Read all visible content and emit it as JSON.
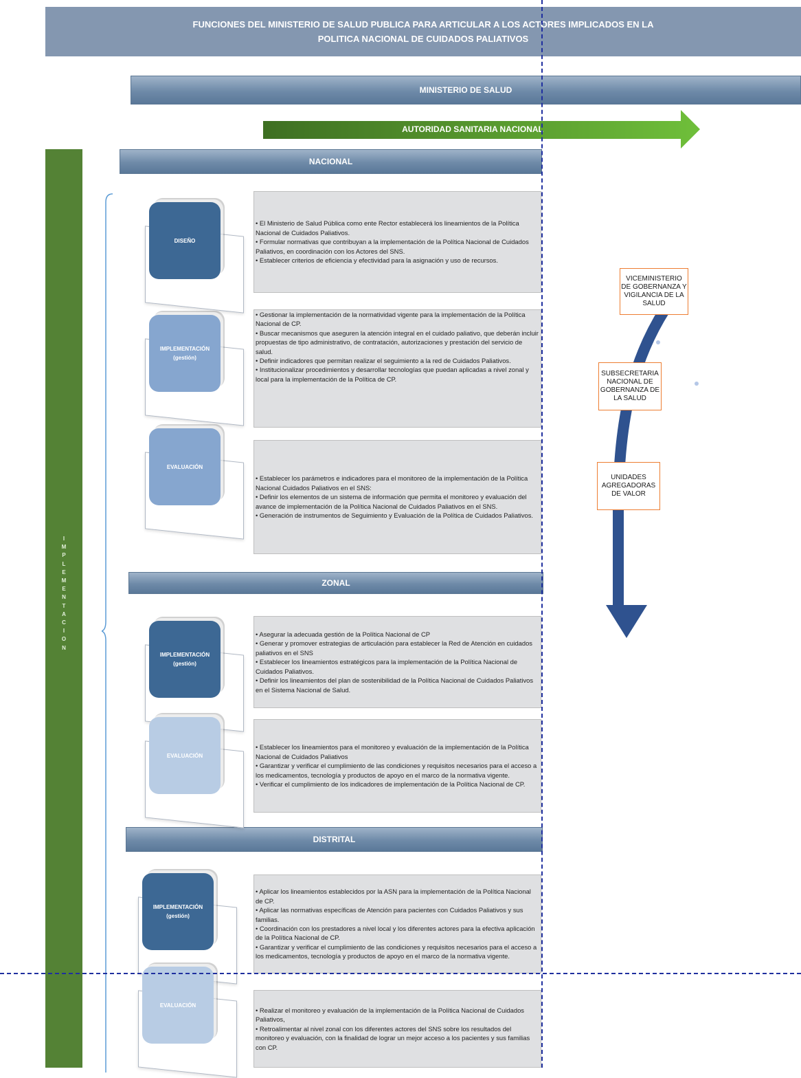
{
  "title": {
    "line1": "FUNCIONES DEL MINISTERIO DE SALUD PUBLICA PARA ARTICULAR A LOS ACTORES IMPLICADOS EN LA",
    "line2": "POLITICA NACIONAL DE CUIDADOS PALIATIVOS"
  },
  "ministerio": "MINISTERIO DE SALUD",
  "autoridad": "AUTORIDAD SANITARIA NACIONAL",
  "implementacion_letters": "I M P L E M E N T A C I O N",
  "levels": {
    "nacional": "NACIONAL",
    "zonal": "ZONAL",
    "distrital": "DISTRITAL"
  },
  "cards": {
    "nacional_diseno": "DISEÑO",
    "nacional_impl_1": "IMPLEMENTACIÓN",
    "nacional_impl_2": "(gestión)",
    "nacional_eval": "EVALUACIÓN",
    "zonal_impl_1": "IMPLEMENTACIÓN",
    "zonal_impl_2": "(gestión)",
    "zonal_eval": "EVALUACIÓN",
    "distrital_impl_1": "IMPLEMENTACIÓN",
    "distrital_impl_2": "(gestión)",
    "distrital_eval": "EVALUACIÓN"
  },
  "texts": {
    "nacional_diseno": [
      "• El Ministerio de Salud Pública como ente Rector establecerá los lineamientos de la Política Nacional de Cuidados Paliativos.",
      "• Formular normativas que contribuyan a la implementación de la Política Nacional de Cuidados Paliativos, en coordinación con los Actores del SNS.",
      "• Establecer criterios de eficiencia y efectividad para la asignación y uso de recursos."
    ],
    "nacional_impl": [
      "• Gestionar la implementación de la normatividad vigente para la implementación de la Política Nacional de CP.",
      "• Buscar mecanismos que aseguren la atención integral en el cuidado paliativo, que deberán incluir propuestas de tipo administrativo, de contratación, autorizaciones y prestación del servicio de salud.",
      "• Definir indicadores que permitan realizar el seguimiento a la red de Cuidados Paliativos.",
      "• Institucionalizar procedimientos y desarrollar tecnologías que puedan aplicadas a nivel zonal y local para la implementación de la Política de CP."
    ],
    "nacional_eval": [
      "• Establecer los parámetros e indicadores para el monitoreo de la implementación de la Política Nacional Cuidados Paliativos en el SNS:",
      "• Definir los elementos de un sistema de información que permita el monitoreo y evaluación del avance de implementación de la Política Nacional de Cuidados Paliativos en el SNS.",
      "• Generación de instrumentos de Seguimiento y Evaluación de la Política de Cuidados Paliativos."
    ],
    "zonal_impl": [
      "• Asegurar la adecuada gestión de la Política Nacional de CP",
      "• Generar y promover estrategias de articulación para establecer la Red de Atención en cuidados paliativos en el SNS",
      "• Establecer los lineamientos estratégicos para la implementación de la Política Nacional de Cuidados Paliativos.",
      "• Definir los lineamientos del plan de sostenibilidad de la Política Nacional de Cuidados Paliativos en el Sistema Nacional de Salud."
    ],
    "zonal_eval": [
      "• Establecer los lineamientos para el monitoreo y evaluación de la implementación de la Política Nacional de Cuidados Paliativos",
      "• Garantizar y verificar el cumplimiento de las condiciones y requisitos necesarios para el acceso a los medicamentos, tecnología y productos de apoyo en el marco de la normativa vigente.",
      "• Verificar el cumplimiento de los indicadores de implementación de la Política Nacional de CP."
    ],
    "distrital_impl": [
      "• Aplicar los lineamientos establecidos por la ASN para la implementación de la Política Nacional de CP.",
      "• Aplicar las normativas específicas de Atención para pacientes con Cuidados Paliativos y sus familias.",
      "• Coordinación con los prestadores a nivel local y los diferentes actores para la efectiva aplicación de la Política Nacional de CP.",
      "• Garantizar y verificar el cumplimiento de las condiciones y requisitos necesarios para el acceso a los medicamentos, tecnología y productos de apoyo en el marco de la normativa vigente."
    ],
    "distrital_eval": [
      "•  Realizar el monitoreo y evaluación de la implementación de la Política Nacional de Cuidados Paliativos,",
      "• Retroalimentar al nivel zonal con los diferentes actores del SNS sobre los resultados del monitoreo y evaluación, con la finalidad de lograr un mejor acceso a los pacientes y sus familias con CP."
    ]
  },
  "org": {
    "vice": "VICEMINISTERIO DE GOBERNANZA Y VIGILANCIA DE LA SALUD",
    "subsec": "SUBSECRETARIA NACIONAL DE GOBERNANZA DE LA SALUD",
    "unidades": "UNIDADES AGREGADORAS DE VALOR"
  },
  "colors": {
    "header_band": "#8497b0",
    "implementacion_bar": "#548235",
    "arrow_green": "#4e8a2a",
    "card_dark": "#3d6894",
    "card_mid": "#86a6cf",
    "card_light": "#b8cce4",
    "org_border": "#ed7d31",
    "blue_arrow": "#2f528f",
    "dashed_line": "#1f2f9f"
  }
}
